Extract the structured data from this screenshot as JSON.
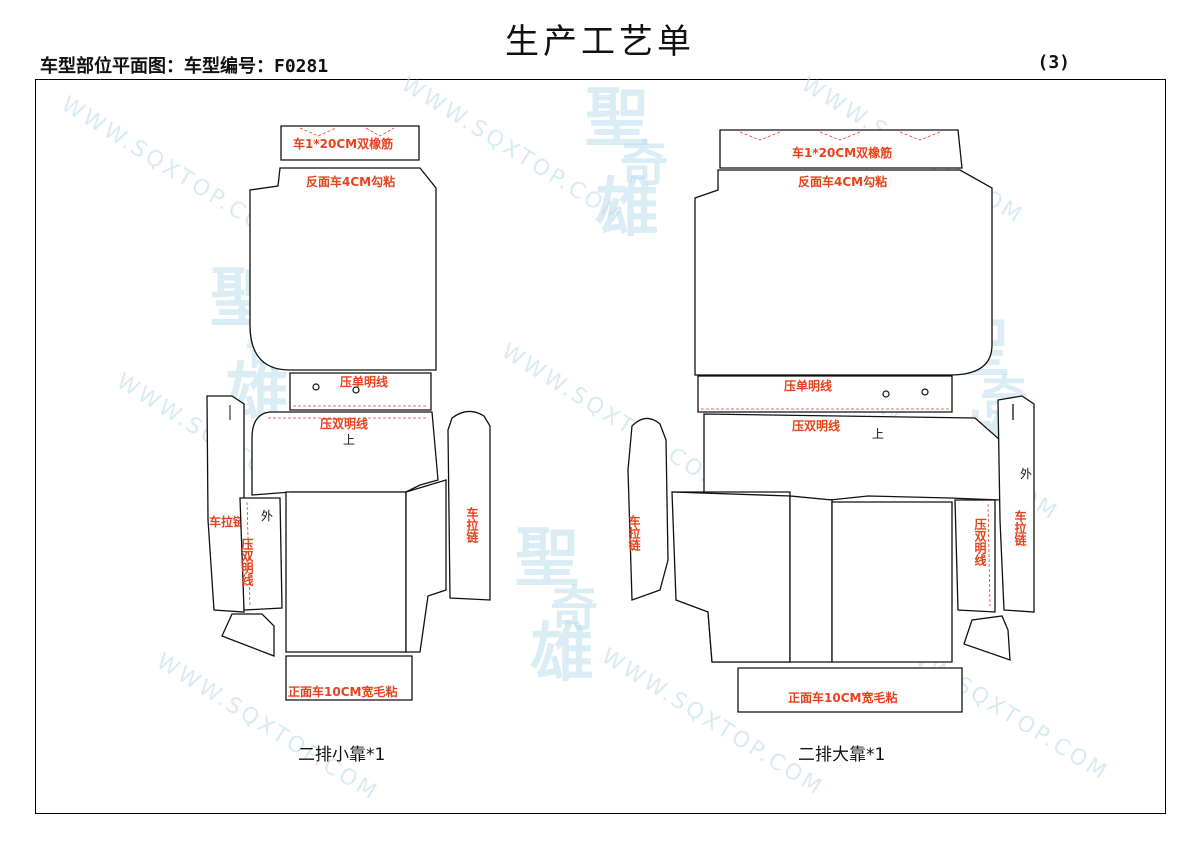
{
  "header": {
    "title": "生产工艺单",
    "subtitle": "车型部位平面图：车型编号：F0281",
    "page_number": "(3)"
  },
  "watermark": {
    "text": "WWW.SQXTOP.COM",
    "logo_chars": [
      "聖",
      "奇",
      "雄"
    ]
  },
  "left_pattern": {
    "caption": "二排小靠*1",
    "labels": {
      "top_band": "车1*20CM双橡筋",
      "back_panel": "反面车4CM勾粘",
      "strip": "压单明线",
      "seat_panel": "压双明线",
      "up_mark": "上",
      "left_side_strip": "车拉链",
      "right_side_strip": "车拉链",
      "inner_strip": "压双明线",
      "outer_mark": "外",
      "bottom_band": "正面车10CM宽毛粘"
    }
  },
  "right_pattern": {
    "caption": "二排大靠*1",
    "labels": {
      "top_band": "车1*20CM双橡筋",
      "back_panel": "反面车4CM勾粘",
      "strip": "压单明线",
      "seat_panel": "压双明线",
      "up_mark": "上",
      "left_side_strip": "车拉链",
      "right_side_strip": "车拉链",
      "inner_strip": "压双明线",
      "outer_mark": "外",
      "bottom_band": "正面车10CM宽毛粘"
    }
  }
}
